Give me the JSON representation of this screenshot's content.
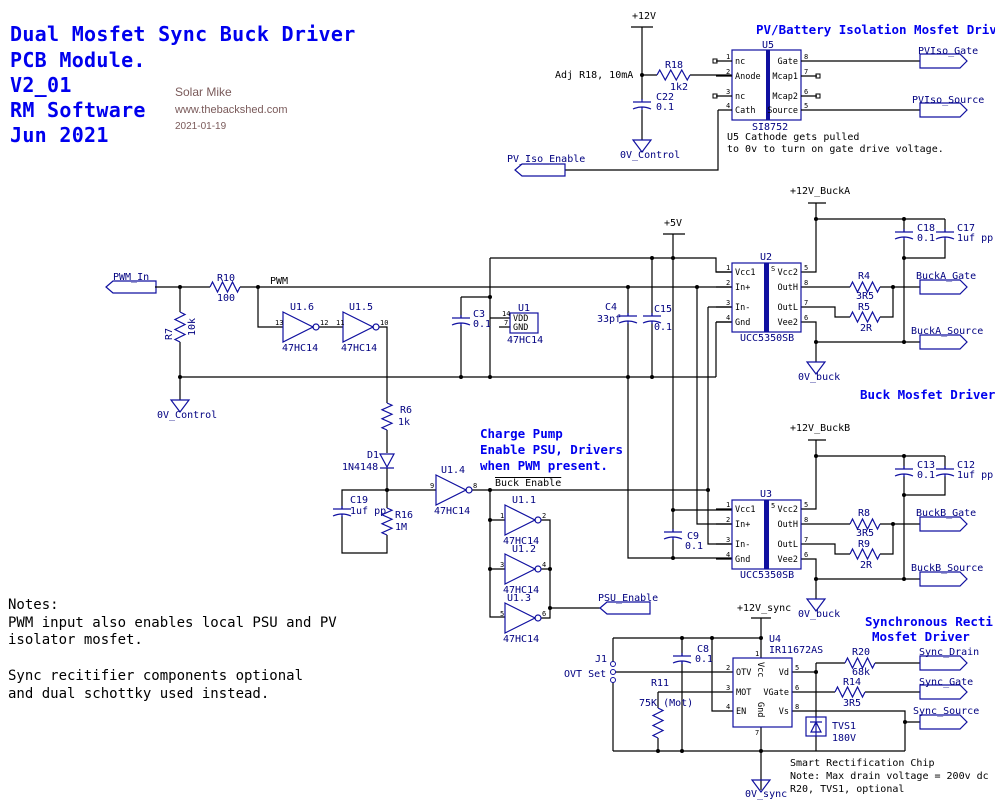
{
  "title": {
    "lines": [
      "Dual Mosfet Sync Buck Driver",
      "PCB Module.",
      "V2_01",
      "RM Software",
      "Jun 2021"
    ]
  },
  "watermark": {
    "author": "Solar Mike",
    "site": "www.thebackshed.com",
    "date": "2021-01-19"
  },
  "notes": {
    "heading": "Notes:",
    "lines": [
      "PWM input also enables local PSU and PV",
      "isolator mosfet.",
      "Sync recitifier components optional",
      "and dual schottky used instead."
    ]
  },
  "pv_iso": {
    "heading": "PV/Battery Isolation Mosfet Drive",
    "supply": "+12V",
    "adj_note": "Adj R18, 10mA",
    "r18": {
      "ref": "R18",
      "value": "1k2"
    },
    "c22": {
      "ref": "C22",
      "value": "0.1"
    },
    "ground": "0V_Control",
    "u5": {
      "ref": "U5",
      "part": "SI8752",
      "pins_left": [
        {
          "num": "1",
          "name": "nc"
        },
        {
          "num": "2",
          "name": "Anode"
        },
        {
          "num": "3",
          "name": "nc"
        },
        {
          "num": "4",
          "name": "Cath"
        }
      ],
      "pins_right": [
        {
          "num": "8",
          "name": "Gate"
        },
        {
          "num": "7",
          "name": "Mcap1"
        },
        {
          "num": "6",
          "name": "Mcap2"
        },
        {
          "num": "5",
          "name": "Source"
        }
      ]
    },
    "ports": {
      "gate": "PVIso_Gate",
      "source": "PVIso_Source",
      "enable": "PV_Iso_Enable"
    },
    "note_lines": [
      "U5 Cathode gets pulled",
      "to 0v to turn on gate drive voltage."
    ]
  },
  "input": {
    "port": "PWM_In",
    "net": "PWM",
    "r10": {
      "ref": "R10",
      "value": "100"
    },
    "r7": {
      "ref": "R7",
      "value": "10k"
    },
    "ground": "0V_Control",
    "u1_6": {
      "ref": "U1.6",
      "part": "47HC14",
      "pin_in": "13",
      "pin_out": "12"
    },
    "u1_5": {
      "ref": "U1.5",
      "part": "47HC14",
      "pin_in": "11",
      "pin_out": "10"
    },
    "c3": {
      "ref": "C3",
      "value": "0.1"
    },
    "u1": {
      "ref": "U1",
      "part": "47HC14",
      "pins": [
        {
          "num": "14",
          "name": "VDD"
        },
        {
          "num": "7",
          "name": "GND"
        }
      ]
    }
  },
  "charge_pump": {
    "heading": [
      "Charge Pump",
      "Enable PSU, Drivers",
      "when PWM present."
    ],
    "r6": {
      "ref": "R6",
      "value": "1k"
    },
    "d1": {
      "ref": "D1",
      "value": "1N4148"
    },
    "c19": {
      "ref": "C19",
      "value": "1uf pp"
    },
    "r16": {
      "ref": "R16",
      "value": "1M"
    },
    "u1_4": {
      "ref": "U1.4",
      "part": "47HC14",
      "pin_in": "9",
      "pin_out": "8"
    },
    "net": "Buck Enable",
    "u1_1": {
      "ref": "U1.1",
      "part": "47HC14",
      "pin_in": "1",
      "pin_out": "2"
    },
    "u1_2": {
      "ref": "U1.2",
      "part": "47HC14",
      "pin_in": "3",
      "pin_out": "4"
    },
    "u1_3": {
      "ref": "U1.3",
      "part": "47HC14",
      "pin_in": "5",
      "pin_out": "6"
    },
    "port": "PSU_Enable"
  },
  "buck": {
    "heading": "Buck Mosfet Driver",
    "supply_5v": "+5V",
    "c4": {
      "ref": "C4",
      "value": "33pf"
    },
    "c15": {
      "ref": "C15",
      "value": "0.1"
    },
    "c9": {
      "ref": "C9",
      "value": "0.1"
    },
    "pins_left": [
      {
        "num": "1",
        "name": "Vcc1"
      },
      {
        "num": "2",
        "name": "In+"
      },
      {
        "num": "3",
        "name": "In-"
      },
      {
        "num": "4",
        "name": "Gnd"
      }
    ],
    "pins_right": [
      {
        "num": "5",
        "name": "Vcc2"
      },
      {
        "num": "8",
        "name": "OutH"
      },
      {
        "num": "7",
        "name": "OutL"
      },
      {
        "num": "6",
        "name": "Vee2"
      }
    ],
    "a": {
      "ref": "U2",
      "part": "UCC5350SB",
      "mark": "S",
      "supply": "+12V_BuckA",
      "ground": "0V_buck",
      "c_a": {
        "ref": "C18",
        "value": "0.1"
      },
      "c_b": {
        "ref": "C17",
        "value": "1uf pp"
      },
      "r_h": {
        "ref": "R4",
        "value": "3R5"
      },
      "r_l": {
        "ref": "R5",
        "value": "2R"
      },
      "port_gate": "BuckA_Gate",
      "port_source": "BuckA_Source"
    },
    "b": {
      "ref": "U3",
      "part": "UCC5350SB",
      "mark": "5",
      "supply": "+12V_BuckB",
      "ground": "0V_buck",
      "c_a": {
        "ref": "C13",
        "value": "0.1"
      },
      "c_b": {
        "ref": "C12",
        "value": "1uf pp"
      },
      "r_h": {
        "ref": "R8",
        "value": "3R5"
      },
      "r_l": {
        "ref": "R9",
        "value": "2R"
      },
      "port_gate": "BuckB_Gate",
      "port_source": "BuckB_Source"
    }
  },
  "sync": {
    "heading": [
      "Synchronous Recti",
      "Mosfet Driver"
    ],
    "supply": "+12V_sync",
    "ground": "0V_sync",
    "u4": {
      "ref": "U4",
      "part": "IR11672AS",
      "pins_left": [
        {
          "num": "2",
          "name": "OTV"
        },
        {
          "num": "3",
          "name": "MOT"
        },
        {
          "num": "4",
          "name": "EN"
        }
      ],
      "pins_right": [
        {
          "num": "5",
          "name": "Vd"
        },
        {
          "num": "6",
          "name": "VGate"
        },
        {
          "num": "8",
          "name": "Vs"
        }
      ],
      "vcc": "Vcc",
      "gnd": "Gnd",
      "pin_vcc": "1",
      "pin_gnd": "7"
    },
    "j1": {
      "ref": "J1",
      "label": "OVT Set"
    },
    "c8": {
      "ref": "C8",
      "value": "0.1"
    },
    "r11": {
      "ref": "R11",
      "value": "75K (Mot)"
    },
    "r20": {
      "ref": "R20",
      "value": "68k"
    },
    "r14": {
      "ref": "R14",
      "value": "3R5"
    },
    "tvs1": {
      "ref": "TVS1",
      "value": "180V"
    },
    "ports": {
      "drain": "Sync_Drain",
      "gate": "Sync_Gate",
      "source": "Sync_Source"
    },
    "note_lines": [
      "Smart Rectification Chip",
      "Note: Max drain voltage = 200v dc",
      "R20, TVS1, optional"
    ]
  },
  "colors": {
    "wire": "#000000",
    "component": "#1010a0",
    "heading": "#0000ee",
    "label": "#000080",
    "watermark": "#7a5a5a"
  }
}
